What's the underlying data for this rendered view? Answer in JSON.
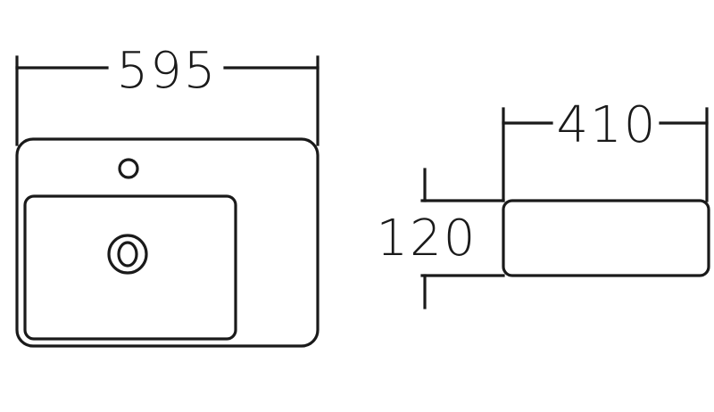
{
  "dimensions": {
    "width_top": "595",
    "depth": "410",
    "height": "120"
  },
  "colors": {
    "ink": "#1a1a1a",
    "background": "#ffffff"
  }
}
